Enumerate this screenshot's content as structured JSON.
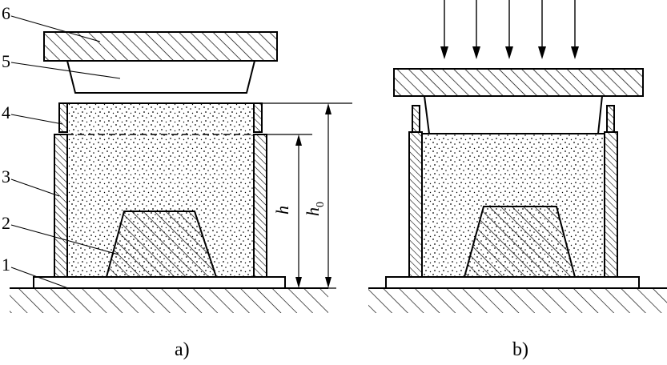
{
  "diagram": {
    "part_labels": [
      "6",
      "5",
      "4",
      "3",
      "2",
      "1"
    ],
    "dimensions": {
      "h": "h",
      "h0_base": "h",
      "h0_sub": "0"
    },
    "captions": {
      "a": "a)",
      "b": "b)"
    }
  }
}
